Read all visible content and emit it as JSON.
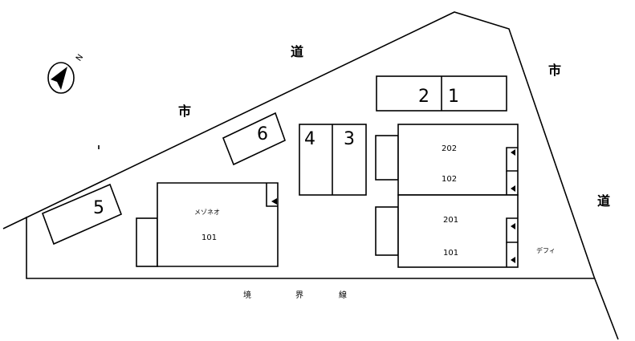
{
  "road_labels": {
    "top_city": "市",
    "top_road": "道",
    "left_city": "市",
    "right_city": "市",
    "right_road": "道"
  },
  "boundary_label": [
    "境",
    "界",
    "線"
  ],
  "compass": {
    "letter": "N"
  },
  "parking_spaces": {
    "p1": "1",
    "p2": "2",
    "p3": "3",
    "p4": "4",
    "p5": "5",
    "p6": "6"
  },
  "buildings": {
    "left": {
      "name": "メゾネオ",
      "unit": "101"
    },
    "upper_right": {
      "unit_top": "202",
      "unit_bottom": "102"
    },
    "lower_right": {
      "unit_top": "201",
      "unit_bottom": "101",
      "name": "デフィ"
    }
  }
}
